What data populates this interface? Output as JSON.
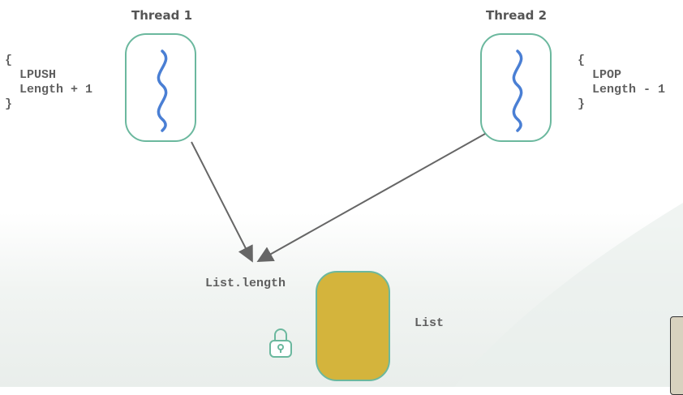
{
  "thread1": {
    "title": "Thread 1",
    "code": "{\n  LPUSH\n  Length + 1\n}"
  },
  "thread2": {
    "title": "Thread 2",
    "code": "{\n  LPOP\n  Length - 1\n}"
  },
  "list_length_label": "List.length",
  "list_label": "List",
  "colors": {
    "box_border": "#6bb89e",
    "thread_wave": "#4a7fd4",
    "list_fill": "#d4b43c",
    "arrow": "#666666",
    "text": "#5f5f5f"
  },
  "icons": [
    "wave-icon",
    "lock-icon"
  ]
}
